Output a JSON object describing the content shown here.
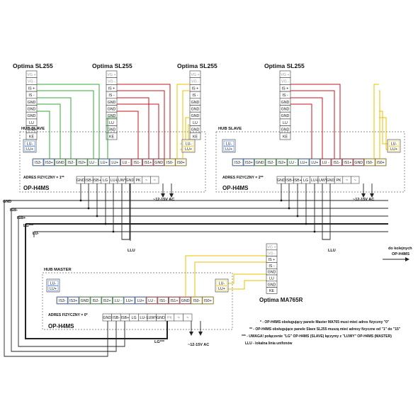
{
  "keypads": {
    "sl255_titles": [
      "Optima SL255",
      "Optima SL255",
      "Optima SL255",
      "Optima SL255"
    ],
    "ma765r_title": "Optima MA765R",
    "sl_pins": [
      "VG +",
      "VG -",
      "IS +",
      "IS -",
      "GND",
      "GND",
      "GND",
      "LU",
      "GND",
      "KE"
    ],
    "ma_pins": [
      "VG +",
      "VG -",
      "IS +",
      "IS -",
      "GND",
      "LU",
      "GND",
      "KE"
    ]
  },
  "hubs": {
    "slave_label": "HUB SLAVE",
    "master_label": "HUB MASTER",
    "lu_pins": [
      "LU-",
      "LU+"
    ],
    "top_pins": [
      "IS3-",
      "IS3+",
      "GND",
      "IS2-",
      "IS2+",
      "LU -",
      "LU+",
      "LU+",
      "LU -",
      "IS1-",
      "IS1+",
      "GND",
      "IS0-",
      "IS0+"
    ],
    "bottom_pins": [
      "GND",
      "ISB-",
      "ISB+",
      "LG",
      "LU-",
      "LUWY",
      "GND",
      "PK",
      "~",
      "~"
    ],
    "slave1_address": "ADRES FIZYCZNY = 1**",
    "slave2_address": "ADRES FIZYCZNY = 2**",
    "master_address": "ADRES FIZYCZNY = 0*",
    "model": "OP-H4MS",
    "power": "~12-15V AC"
  },
  "bus": {
    "gnd": "GND",
    "isb_minus": "ISB-",
    "isb_plus": "ISB+",
    "lg": "LG***",
    "lu": "LU-",
    "llu": "LLU",
    "next_line1": "do kolejnych",
    "next_line2": "OP-H4MS",
    "lg_bottom": "LG***"
  },
  "notes": [
    "* - OP-H4MS obsługujący panele Master MA765 musi mieć adres fizyczny \"0\"",
    "** - OP-H4MS obsługujące panele Slave SL255 muszą mieć adresy fizyczne od \"1\" do \"15\"",
    "*** - UWAGA! połączenie \"LG\" OP-H4MS (SLAVE) łączymy z \"LUWY\" OP-H4MS (MASTER)",
    "LLU - lokalna linia unifonów"
  ],
  "colors": {
    "green": "#3aa63a",
    "red": "#c8141e",
    "yellow": "#e8c200",
    "blue": "#2a6fd6"
  }
}
